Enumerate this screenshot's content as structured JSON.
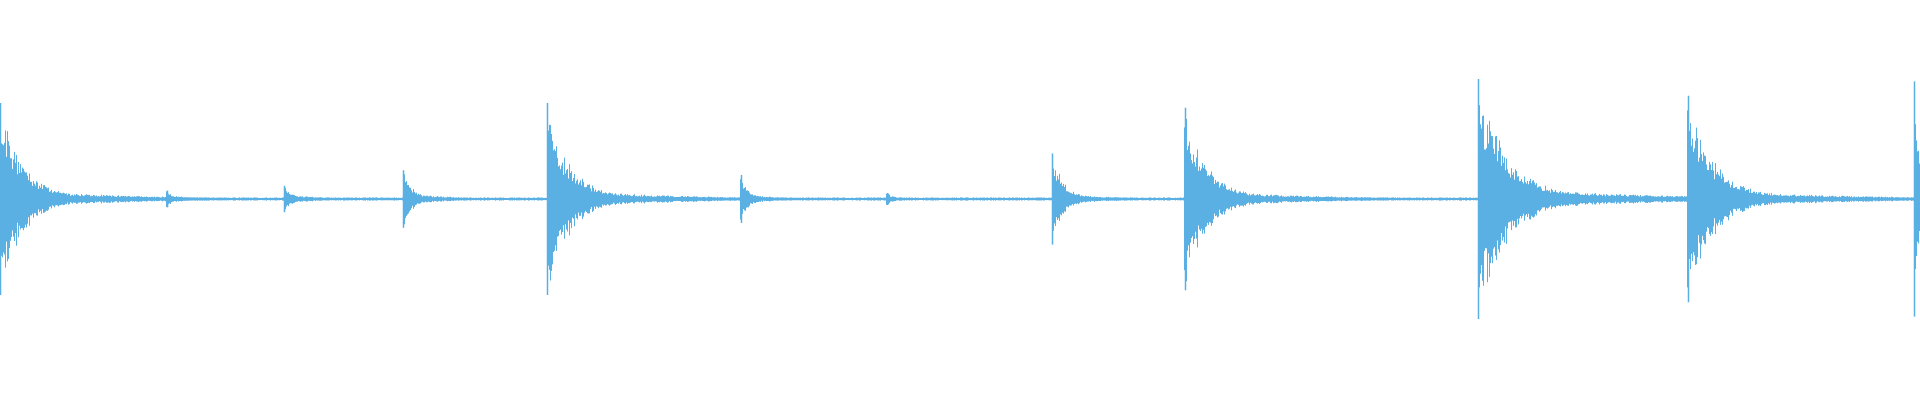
{
  "waveform": {
    "color": "#5aafe3",
    "background": "#ffffff",
    "baseline_amplitude": 0.01,
    "transients": [
      {
        "t": 0.0,
        "peak": 0.8,
        "decay": 0.012,
        "ringing": 0.1
      },
      {
        "t": 0.087,
        "peak": 0.07,
        "decay": 0.003,
        "ringing": 0.03
      },
      {
        "t": 0.148,
        "peak": 0.11,
        "decay": 0.004,
        "ringing": 0.04
      },
      {
        "t": 0.21,
        "peak": 0.24,
        "decay": 0.005,
        "ringing": 0.05
      },
      {
        "t": 0.285,
        "peak": 0.8,
        "decay": 0.012,
        "ringing": 0.1
      },
      {
        "t": 0.386,
        "peak": 0.2,
        "decay": 0.004,
        "ringing": 0.04
      },
      {
        "t": 0.462,
        "peak": 0.05,
        "decay": 0.003,
        "ringing": 0.02
      },
      {
        "t": 0.548,
        "peak": 0.38,
        "decay": 0.006,
        "ringing": 0.05
      },
      {
        "t": 0.617,
        "peak": 0.76,
        "decay": 0.012,
        "ringing": 0.09
      },
      {
        "t": 0.77,
        "peak": 1.0,
        "decay": 0.016,
        "ringing": 0.12
      },
      {
        "t": 0.879,
        "peak": 0.86,
        "decay": 0.014,
        "ringing": 0.1
      },
      {
        "t": 0.997,
        "peak": 0.98,
        "decay": 0.004,
        "ringing": 0.08
      }
    ]
  }
}
